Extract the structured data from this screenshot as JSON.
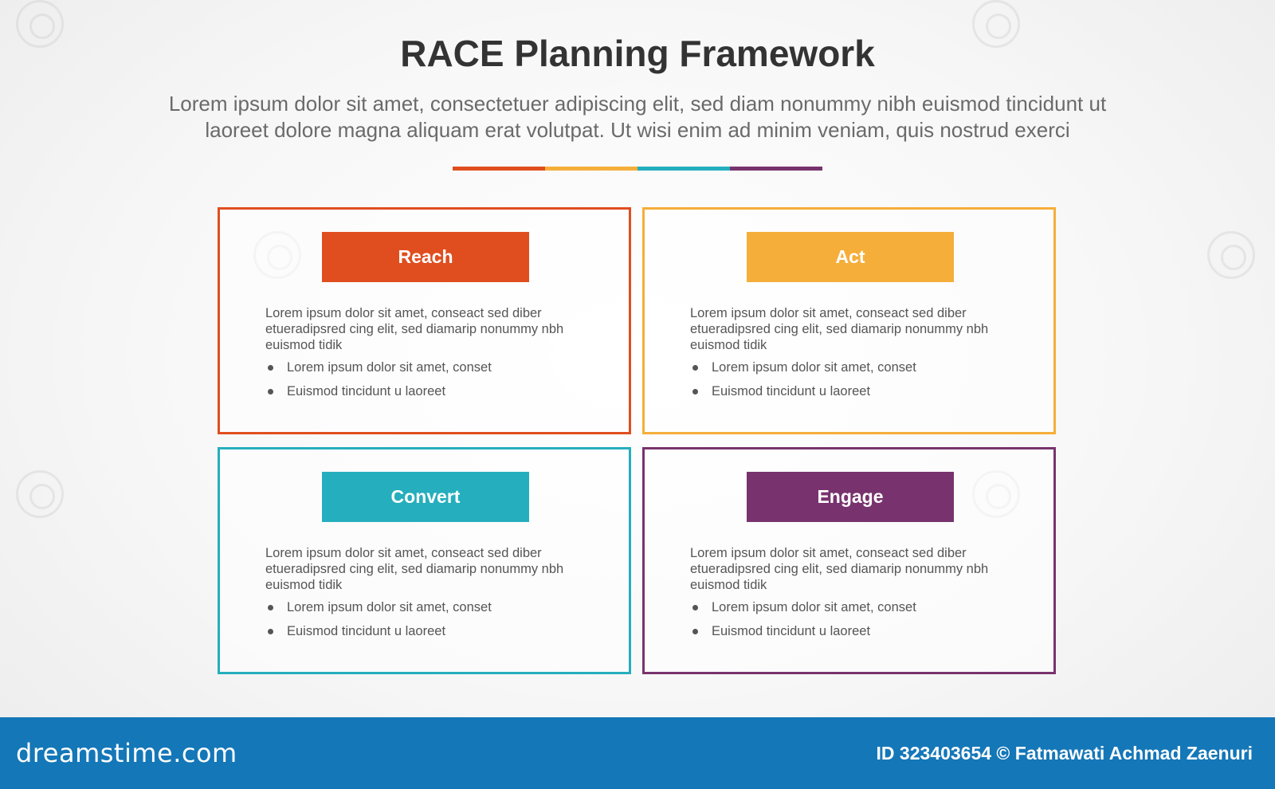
{
  "title": "RACE Planning Framework",
  "subtitle_lines": [
    "Lorem ipsum dolor sit amet, consectetuer adipiscing elit, sed diam nonummy nibh euismod tincidunt ut",
    "laoreet dolore magna aliquam erat volutpat. Ut wisi enim ad minim veniam, quis nostrud exerci"
  ],
  "colors": {
    "reach": "#e04e1f",
    "act": "#f5ae3a",
    "convert": "#25aebd",
    "engage": "#78336e"
  },
  "cards": [
    {
      "label": "Reach",
      "color": "#e04e1f",
      "description": "Lorem ipsum dolor sit amet, conseact sed diber etueradipsred cing elit, sed diamarip nonummy nbh euismod tidik",
      "bullets": [
        "Lorem ipsum dolor sit amet, conset",
        "Euismod tincidunt u laoreet"
      ]
    },
    {
      "label": "Act",
      "color": "#f5ae3a",
      "description": "Lorem ipsum dolor sit amet, conseact sed diber etueradipsred cing elit, sed diamarip nonummy nbh euismod tidik",
      "bullets": [
        "Lorem ipsum dolor sit amet, conset",
        "Euismod tincidunt u laoreet"
      ]
    },
    {
      "label": "Convert",
      "color": "#25aebd",
      "description": "Lorem ipsum dolor sit amet, conseact sed diber etueradipsred cing elit, sed diamarip nonummy nbh euismod tidik",
      "bullets": [
        "Lorem ipsum dolor sit amet, conset",
        "Euismod tincidunt u laoreet"
      ]
    },
    {
      "label": "Engage",
      "color": "#78336e",
      "description": "Lorem ipsum dolor sit amet, conseact sed diber etueradipsred cing elit, sed diamarip nonummy nbh euismod tidik",
      "bullets": [
        "Lorem ipsum dolor sit amet, conset",
        "Euismod tincidunt u laoreet"
      ]
    }
  ],
  "footer": {
    "brand": "dreamstime.com",
    "credit": "ID 323403654 © Fatmawati  Achmad Zaenuri",
    "background": "#1477b8"
  }
}
